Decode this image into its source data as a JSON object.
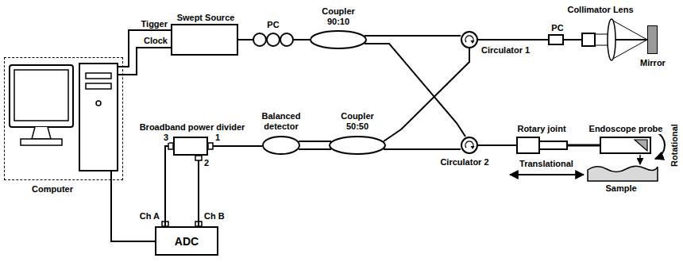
{
  "diagram": {
    "nodes": [
      {
        "text": [
          "Computer"
        ]
      },
      {
        "text": [
          "Swept Source"
        ]
      },
      {
        "text": [
          "PC"
        ]
      },
      {
        "text": [
          "Coupler 90:10"
        ]
      },
      {
        "text": [
          "Circulator 1"
        ]
      },
      {
        "text": [
          "PC"
        ]
      },
      {
        "text": [
          "Collimator Lens"
        ]
      },
      {
        "text": [
          "Mirror"
        ]
      },
      {
        "text": [
          "Broadband power divider"
        ]
      },
      {
        "text": [
          "Balanced detector"
        ]
      },
      {
        "text": [
          "Coupler 50:50"
        ]
      },
      {
        "text": [
          "Circulator 2"
        ]
      },
      {
        "text": [
          "Rotary joint"
        ]
      },
      {
        "text": [
          "Endoscope probe"
        ]
      },
      {
        "text": [
          "ADC"
        ]
      }
    ],
    "edges": [
      {
        "from": 0,
        "to": 1,
        "label": "Tigger",
        "arrow": "none"
      },
      {
        "from": 0,
        "to": 1,
        "label": "Clock",
        "arrow": "none"
      },
      {
        "from": 1,
        "to": 2,
        "arrow": "none"
      },
      {
        "from": 2,
        "to": 3,
        "arrow": "none"
      },
      {
        "from": 3,
        "to": 4,
        "arrow": "none"
      },
      {
        "from": 4,
        "to": 5,
        "arrow": "none"
      },
      {
        "from": 5,
        "to": 6,
        "arrow": "none"
      },
      {
        "from": 6,
        "to": 7,
        "arrow": "none"
      },
      {
        "from": 3,
        "to": 11,
        "arrow": "none"
      },
      {
        "from": 4,
        "to": 10,
        "arrow": "none"
      },
      {
        "from": 10,
        "to": 11,
        "arrow": "none"
      },
      {
        "from": 11,
        "to": 12,
        "arrow": "none"
      },
      {
        "from": 12,
        "to": 13,
        "arrow": "none"
      },
      {
        "from": 10,
        "to": 9,
        "arrow": "none"
      },
      {
        "from": 10,
        "to": 9,
        "arrow": "none"
      },
      {
        "from": 9,
        "to": 8,
        "arrow": "none"
      },
      {
        "from": 8,
        "to": 14,
        "arrow": "none"
      },
      {
        "from": 8,
        "to": 14,
        "arrow": "none"
      },
      {
        "from": 14,
        "to": 0,
        "arrow": "none"
      }
    ],
    "labels": [
      "1",
      "2",
      "3",
      "Ch A",
      "Ch B",
      "Translational",
      "Rotational",
      "Sample"
    ]
  }
}
